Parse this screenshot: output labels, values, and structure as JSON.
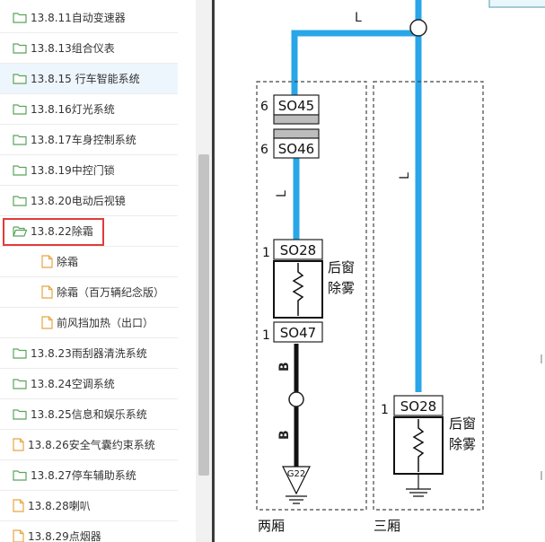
{
  "sidebar": {
    "items": [
      {
        "label": "13.8.11自动变速器",
        "icon": "folder-icon"
      },
      {
        "label": "13.8.13组合仪表",
        "icon": "folder-icon"
      },
      {
        "label": "13.8.15 行车智能系统",
        "icon": "folder-icon"
      },
      {
        "label": "13.8.16灯光系统",
        "icon": "folder-icon"
      },
      {
        "label": "13.8.17车身控制系统",
        "icon": "folder-icon"
      },
      {
        "label": "13.8.19中控门锁",
        "icon": "folder-icon"
      },
      {
        "label": "13.8.20电动后视镜",
        "icon": "folder-icon"
      },
      {
        "label": "13.8.22除霜",
        "icon": "folder-open-icon"
      },
      {
        "label": "除霜",
        "icon": "document-icon"
      },
      {
        "label": "除霜（百万辆纪念版）",
        "icon": "document-icon"
      },
      {
        "label": "前风挡加热（出口）",
        "icon": "document-icon"
      },
      {
        "label": "13.8.23雨刮器清洗系统",
        "icon": "folder-icon"
      },
      {
        "label": "13.8.24空调系统",
        "icon": "folder-icon"
      },
      {
        "label": "13.8.25信息和娱乐系统",
        "icon": "folder-icon"
      },
      {
        "label": "13.8.26安全气囊约束系统",
        "icon": "document-icon"
      },
      {
        "label": "13.8.27停车辅助系统",
        "icon": "folder-icon"
      },
      {
        "label": "13.8.28喇叭",
        "icon": "document-icon"
      },
      {
        "label": "13.8.29点烟器",
        "icon": "document-icon"
      }
    ]
  },
  "diagram": {
    "wire_l_top": "L",
    "wire_l_left": "L",
    "wire_l_right": "L",
    "wire_b_upper": "B",
    "wire_b_lower": "B",
    "pin_so45": "6",
    "conn_so45": "SO45",
    "pin_so46": "6",
    "conn_so46": "SO46",
    "pin_so28_left": "1",
    "conn_so28_left": "SO28",
    "pin_so47": "1",
    "conn_so47": "SO47",
    "heater_left_line1": "后窗",
    "heater_left_line2": "除雾",
    "ground_g22": "G22",
    "pin_so28_right": "1",
    "conn_so28_right": "SO28",
    "heater_right_line1": "后窗",
    "heater_right_line2": "除雾",
    "variant_left": "两厢",
    "variant_right": "三厢"
  },
  "colors": {
    "wire_blue": "#29a6e8",
    "wire_black": "#111111",
    "selection_border": "#e23b3b",
    "folder_green": "#5aa55a",
    "document_orange": "#e8a545",
    "hover_bg": "#eef6fd"
  }
}
